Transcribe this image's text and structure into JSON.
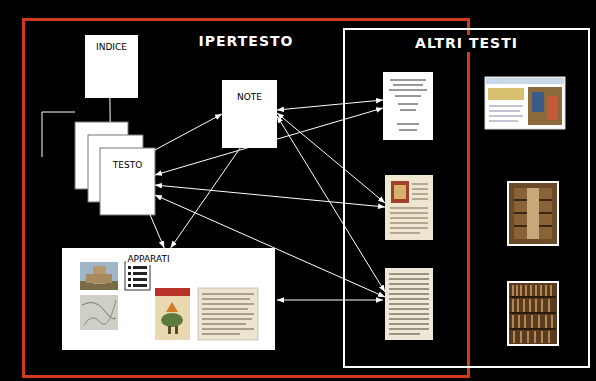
{
  "diagram": {
    "nodes": [
      {
        "text": [
          "IPERTESTO"
        ]
      },
      {
        "text": [
          "INDICE"
        ],
        "in": 0
      },
      {
        "text": [
          "TESTO"
        ],
        "in": 0
      },
      {
        "text": [
          "NOTE"
        ],
        "in": 0
      },
      {
        "text": [
          "APPARATI"
        ],
        "in": 0
      },
      {
        "text": [
          "ALTRI TESTI"
        ]
      }
    ],
    "edges": [
      {
        "from": 1,
        "to": 2,
        "arrow": "none"
      },
      {
        "from": 2,
        "to": 3,
        "arrow": "to"
      },
      {
        "from": 3,
        "to": 4,
        "arrow": "to"
      },
      {
        "from": 2,
        "to": 4,
        "arrow": "to"
      }
    ]
  }
}
